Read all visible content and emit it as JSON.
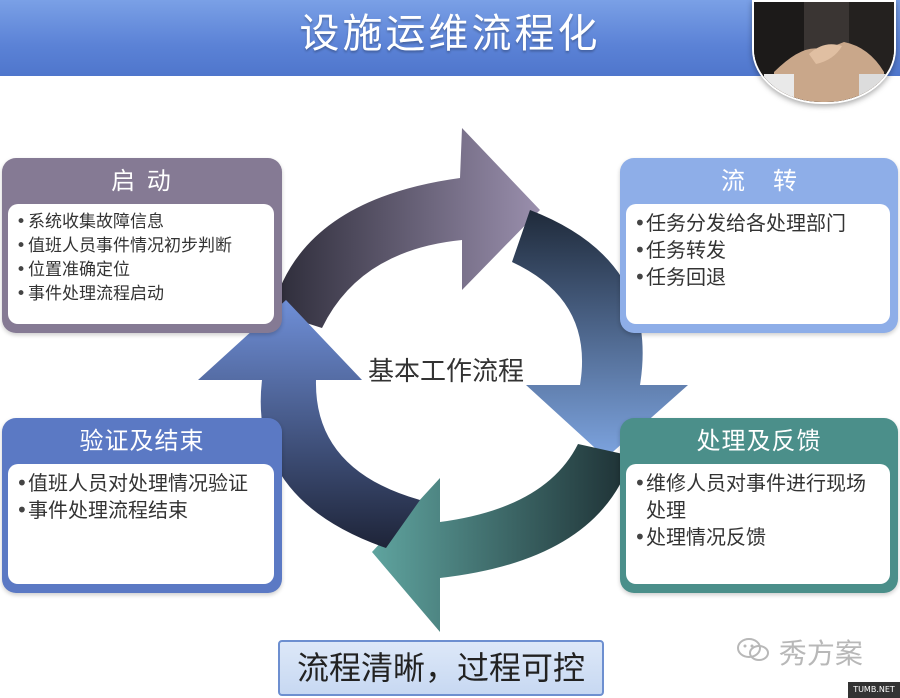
{
  "title": "设施运维流程化",
  "center_label": "基本工作流程",
  "stages": {
    "start": {
      "title": "启 动",
      "items": [
        "系统收集故障信息",
        "值班人员事件情况初步判断",
        "位置准确定位",
        "事件处理流程启动"
      ]
    },
    "transfer": {
      "title": "流转",
      "items": [
        "任务分发给各处理部门",
        "任务转发",
        "任务回退"
      ]
    },
    "feedback": {
      "title": "处理及反馈",
      "items": [
        "维修人员对事件进行现场处理",
        "处理情况反馈"
      ]
    },
    "verify": {
      "title": "验证及结束",
      "items": [
        "值班人员对处理情况验证",
        "事件处理流程结束"
      ]
    }
  },
  "banner": "流程清晰，过程可控",
  "watermark": "秀方案",
  "url_tag": "TUMB.NET",
  "colors": {
    "title_bar": "#5b82d6",
    "start": "#857a94",
    "transfer": "#8eaee8",
    "feedback": "#4b8f8a",
    "verify": "#5b79c4"
  }
}
